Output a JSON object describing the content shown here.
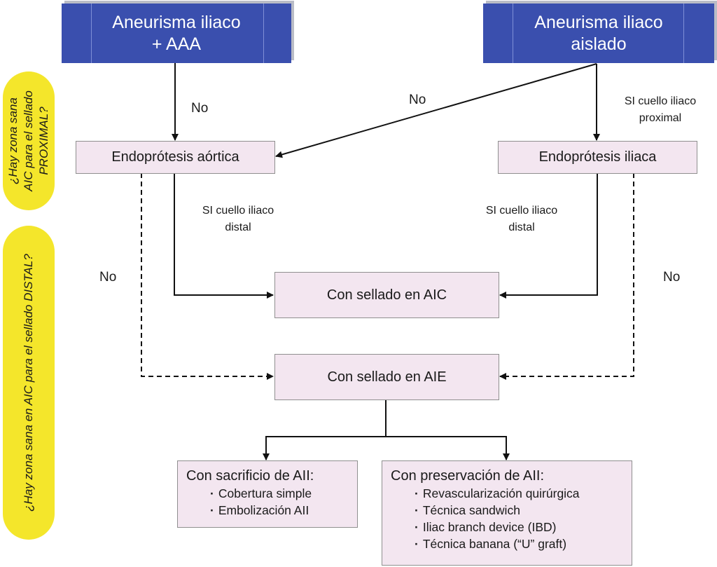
{
  "nodes": {
    "aneurisma_aaa": {
      "line1": "Aneurisma iliaco",
      "line2": "+ AAA"
    },
    "aneurisma_aislado": {
      "line1": "Aneurisma iliaco",
      "line2": "aislado"
    },
    "endoprotesis_aortica": "Endoprótesis aórtica",
    "endoprotesis_iliaca": "Endoprótesis iliaca",
    "sellado_aic": "Con sellado en AIC",
    "sellado_aie": "Con sellado en AIE",
    "sacrificio": {
      "title": "Con sacrificio de AII:",
      "items": [
        "Cobertura simple",
        "Embolización AII"
      ]
    },
    "preservacion": {
      "title": "Con preservación de AII:",
      "items": [
        "Revascularización quirúrgica",
        "Técnica sandwich",
        "Iliac branch device (IBD)",
        "Técnica banana (“U” graft)"
      ]
    }
  },
  "edge_labels": {
    "no_aaa_to_aortica": "No",
    "no_aislado_to_aortica": "No",
    "si_proximal": {
      "line1": "SI cuello iliaco",
      "line2": "proximal"
    },
    "si_distal_left": {
      "line1": "SI cuello iliaco",
      "line2": "distal"
    },
    "si_distal_right": {
      "line1": "SI cuello iliaco",
      "line2": "distal"
    },
    "no_left": "No",
    "no_right": "No"
  },
  "side_questions": {
    "proximal": {
      "line1": "¿Hay zona sana",
      "line2": "AIC para el sellado",
      "line3": "PROXIMAL?"
    },
    "distal": "¿Hay zona sana en AIC para el sellado DISTAL?"
  },
  "colors": {
    "header_blue": "#3a4fae",
    "node_pink": "#f3e6f0",
    "question_yellow": "#f4e62b"
  }
}
